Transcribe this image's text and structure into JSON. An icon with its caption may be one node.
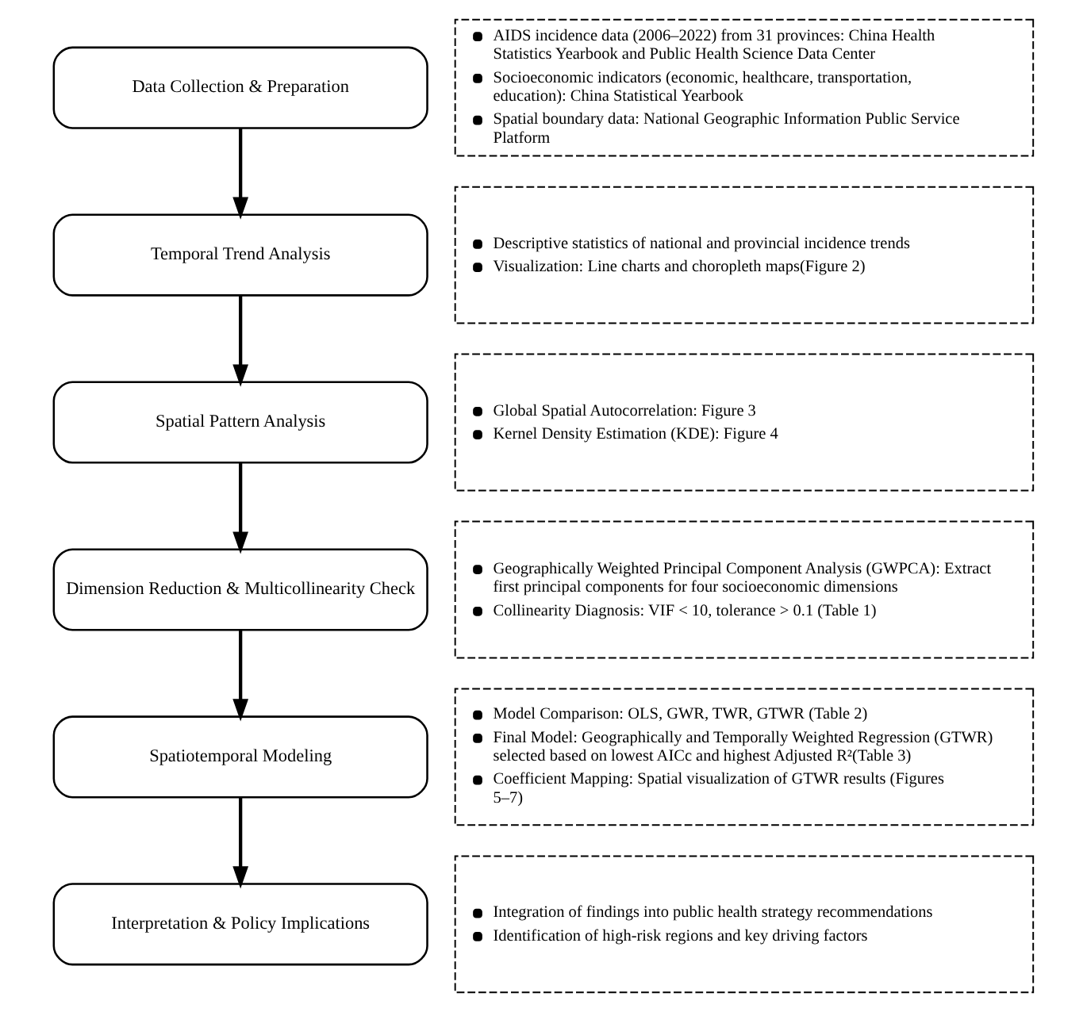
{
  "diagram": {
    "nodes": [
      {
        "text": [
          "Data Collection & Preparation"
        ]
      },
      {
        "text": [
          "AIDS incidence data (2006–2022) from 31 provinces: China Health Statistics Yearbook and Public Health Science Data Center",
          "Socioeconomic indicators (economic, healthcare, transportation, education): China Statistical Yearbook",
          "Spatial boundary data: National Geographic Information Public Service Platform"
        ]
      },
      {
        "text": [
          "Temporal Trend Analysis"
        ]
      },
      {
        "text": [
          "Descriptive statistics of national and provincial incidence trends",
          "Visualization: Line charts and choropleth maps(Figure 2)"
        ]
      },
      {
        "text": [
          "Spatial Pattern Analysis"
        ]
      },
      {
        "text": [
          "Global Spatial Autocorrelation: Figure 3",
          "Kernel Density Estimation (KDE): Figure 4"
        ]
      },
      {
        "text": [
          "Dimension Reduction & Multicollinearity Check"
        ]
      },
      {
        "text": [
          "Geographically Weighted Principal Component Analysis (GWPCA): Extract first principal components for four socioeconomic dimensions",
          "Collinearity Diagnosis: VIF < 10, tolerance > 0.1 (Table 1)"
        ]
      },
      {
        "text": [
          "Spatiotemporal Modeling"
        ]
      },
      {
        "text": [
          "Model Comparison: OLS, GWR, TWR, GTWR (Table 2)",
          "Final Model: Geographically and Temporally Weighted Regression (GTWR) selected based on lowest AICc and highest Adjusted R²(Table 3)",
          "Coefficient Mapping: Spatial visualization of GTWR results (Figures 5–7)"
        ]
      },
      {
        "text": [
          "Interpretation & Policy Implications"
        ]
      },
      {
        "text": [
          "Integration of findings into public health strategy recommendations",
          "Identification of high-risk regions and key driving factors"
        ]
      }
    ],
    "edges": [
      {
        "from": 0,
        "to": 2,
        "arrow": "to"
      },
      {
        "from": 2,
        "to": 4,
        "arrow": "to"
      },
      {
        "from": 4,
        "to": 6,
        "arrow": "to"
      },
      {
        "from": 6,
        "to": 8,
        "arrow": "to"
      },
      {
        "from": 8,
        "to": 10,
        "arrow": "to"
      }
    ]
  }
}
